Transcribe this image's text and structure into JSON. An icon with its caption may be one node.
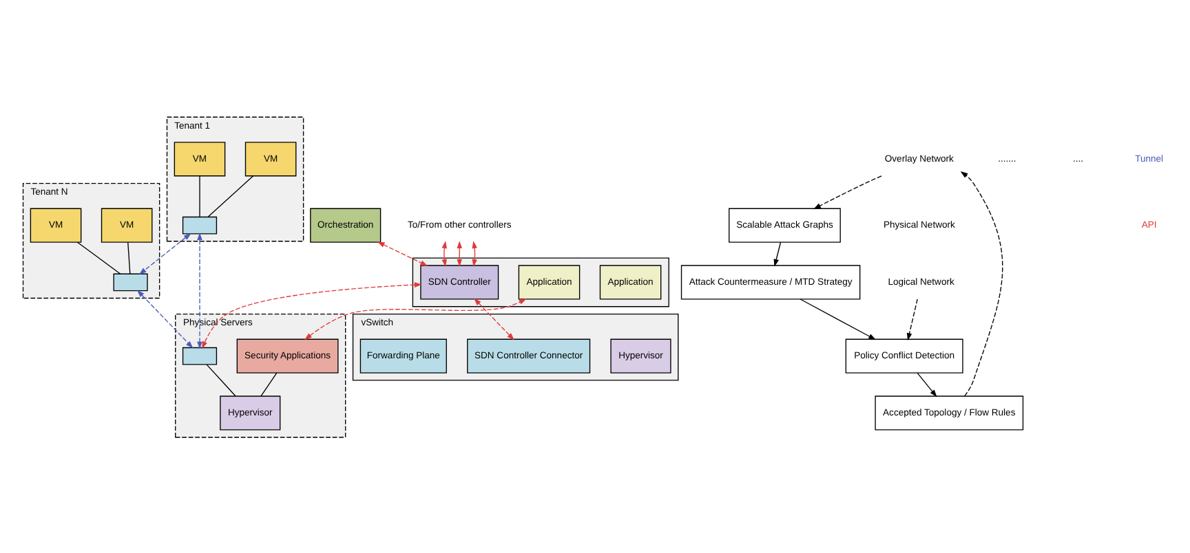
{
  "diagram": {
    "nodes": [
      {
        "text": [
          "Tenant 1"
        ]
      },
      {
        "text": [
          "VM"
        ],
        "in": 0
      },
      {
        "text": [
          "VM"
        ],
        "in": 0
      },
      {
        "text": [],
        "shape": "box",
        "in": 0
      },
      {
        "text": [
          "Tenant N"
        ]
      },
      {
        "text": [],
        "shape": "box",
        "in": 4
      },
      {
        "text": [
          "VM"
        ],
        "in": 4
      },
      {
        "text": [
          "VM"
        ],
        "in": 4
      },
      {
        "text": [
          "Physical Servers"
        ]
      },
      {
        "text": [
          "Security Applications"
        ],
        "in": 8
      },
      {
        "text": [],
        "shape": "box",
        "in": 8
      },
      {
        "text": [
          "Hypervisor"
        ],
        "in": 8
      },
      {
        "text": [],
        "shape": "box"
      },
      {
        "text": [
          "Application"
        ],
        "in": 12
      },
      {
        "text": [
          "Application"
        ],
        "in": 12
      },
      {
        "text": [
          "SDN Controller"
        ],
        "in": 12
      },
      {
        "text": [
          "vSwitch"
        ]
      },
      {
        "text": [
          "Hypervisor"
        ],
        "in": 16
      },
      {
        "text": [
          "SDN Controller Connector"
        ],
        "in": 16
      },
      {
        "text": [
          "Forwarding Plane"
        ],
        "in": 16
      },
      {
        "text": [
          "Orchestration"
        ]
      },
      {
        "text": [
          "To/From other controllers"
        ]
      },
      {
        "text": [
          "Overlay Network"
        ]
      },
      {
        "text": [
          "Logical Network"
        ]
      },
      {
        "text": [
          "Scalable Attack Graphs"
        ]
      },
      {
        "text": [
          "Attack Countermeasure / MTD Strategy"
        ]
      },
      {
        "text": [
          "Accepted Topology / Flow Rules"
        ]
      },
      {
        "text": [
          "Policy Conflict Detection"
        ]
      }
    ],
    "edges": [
      {
        "from": 1,
        "to": 3,
        "arrow": "none"
      },
      {
        "from": 2,
        "to": 3,
        "arrow": "none"
      },
      {
        "from": 6,
        "to": 5,
        "arrow": "none"
      },
      {
        "from": 7,
        "to": 5,
        "arrow": "none"
      },
      {
        "from": 3,
        "to": 5,
        "arrow": "both",
        "style": "dashed",
        "color": "#4a5cb8"
      },
      {
        "from": 3,
        "to": 10,
        "arrow": "both",
        "style": "dashed",
        "color": "#4a5cb8"
      },
      {
        "from": 5,
        "to": 10,
        "arrow": "both",
        "style": "dashed",
        "color": "#4a5cb8"
      },
      {
        "from": 9,
        "to": 11,
        "arrow": "none"
      },
      {
        "from": 10,
        "to": 11,
        "arrow": "none"
      },
      {
        "from": 15,
        "to": 10,
        "arrow": "both",
        "style": "dashed",
        "color": "#e03a3a"
      },
      {
        "from": 9,
        "to": 14,
        "arrow": "both",
        "style": "dashed",
        "color": "#e03a3a"
      },
      {
        "from": 20,
        "to": 15,
        "arrow": "both",
        "style": "dashed",
        "color": "#e03a3a"
      },
      {
        "from": 15,
        "to": 18,
        "arrow": "both",
        "style": "dashed",
        "color": "#e03a3a"
      },
      {
        "from": 21,
        "to": 15,
        "arrow": "both",
        "color": "#e03a3a"
      },
      {
        "from": 21,
        "to": 15,
        "arrow": "both",
        "color": "#e03a3a"
      },
      {
        "from": 21,
        "to": 15,
        "arrow": "both",
        "color": "#e03a3a"
      },
      {
        "from": 22,
        "to": 24,
        "arrow": "to",
        "style": "dashed"
      },
      {
        "from": 26,
        "to": 22,
        "arrow": "to",
        "style": "dashed"
      },
      {
        "from": 24,
        "to": 25,
        "arrow": "to"
      },
      {
        "from": 25,
        "to": 27,
        "arrow": "to"
      },
      {
        "from": 27,
        "to": 26,
        "arrow": "to"
      },
      {
        "from": 23,
        "to": 27,
        "arrow": "to",
        "style": "dashed"
      }
    ],
    "labels": [
      "Physical Network",
      ".......",
      "...."
    ],
    "legend": [
      {
        "text": "Tunnel"
      },
      {
        "text": "API"
      }
    ]
  }
}
